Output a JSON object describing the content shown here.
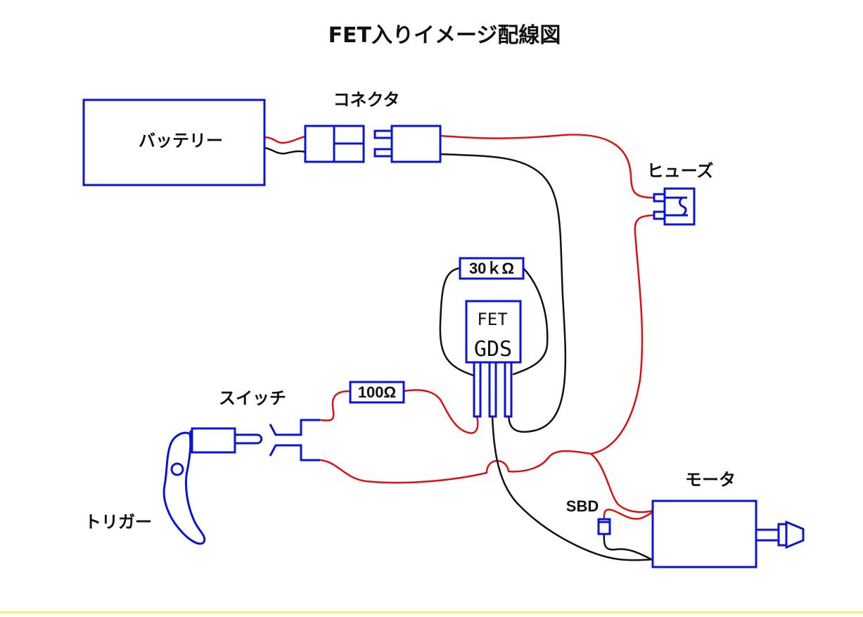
{
  "title": "FET入りイメージ配線図",
  "colors": {
    "component_outline": "#0a14d4",
    "positive_wire": "#dd1111",
    "negative_wire": "#111111",
    "footer_rule": "#f5f07a"
  },
  "components": {
    "battery": {
      "label": "バッテリー"
    },
    "connector": {
      "label": "コネクタ"
    },
    "fuse": {
      "label": "ヒューズ"
    },
    "resistor_gate_source": {
      "label": "30ｋΩ"
    },
    "fet": {
      "label": "FET",
      "pins_label": "GDS"
    },
    "resistor_gate": {
      "label": "100Ω"
    },
    "switch": {
      "label": "スイッチ"
    },
    "trigger": {
      "label": "トリガー"
    },
    "motor": {
      "label": "モータ"
    },
    "diode": {
      "label": "SBD"
    }
  },
  "wires": [
    {
      "name": "battery-positive",
      "color": "red",
      "from": "battery",
      "to": "connector"
    },
    {
      "name": "battery-negative",
      "color": "black",
      "from": "battery",
      "to": "connector"
    },
    {
      "name": "connector-to-fuse",
      "color": "red",
      "from": "connector",
      "to": "fuse"
    },
    {
      "name": "connector-to-fet-source",
      "color": "black",
      "from": "connector",
      "to": "fet.S"
    },
    {
      "name": "fuse-to-motor",
      "color": "red",
      "from": "fuse",
      "to": "motor"
    },
    {
      "name": "fet-gate-to-resistor",
      "color": "black",
      "from": "fet.G",
      "to": "30kΩ"
    },
    {
      "name": "resistor-to-fet-source",
      "color": "black",
      "from": "30kΩ",
      "to": "fet.S"
    },
    {
      "name": "fet-gate-to-100ohm",
      "color": "red",
      "from": "fet.G",
      "to": "100Ω"
    },
    {
      "name": "100ohm-to-switch",
      "color": "red",
      "from": "100Ω",
      "to": "switch"
    },
    {
      "name": "switch-to-positive",
      "color": "red",
      "from": "switch",
      "to": "positive-bus"
    },
    {
      "name": "fet-drain-to-motor",
      "color": "black",
      "from": "fet.D",
      "to": "motor"
    },
    {
      "name": "sbd-to-motor-positive",
      "color": "red",
      "from": "SBD",
      "to": "motor"
    },
    {
      "name": "sbd-to-motor-negative",
      "color": "black",
      "from": "SBD",
      "to": "motor"
    }
  ]
}
